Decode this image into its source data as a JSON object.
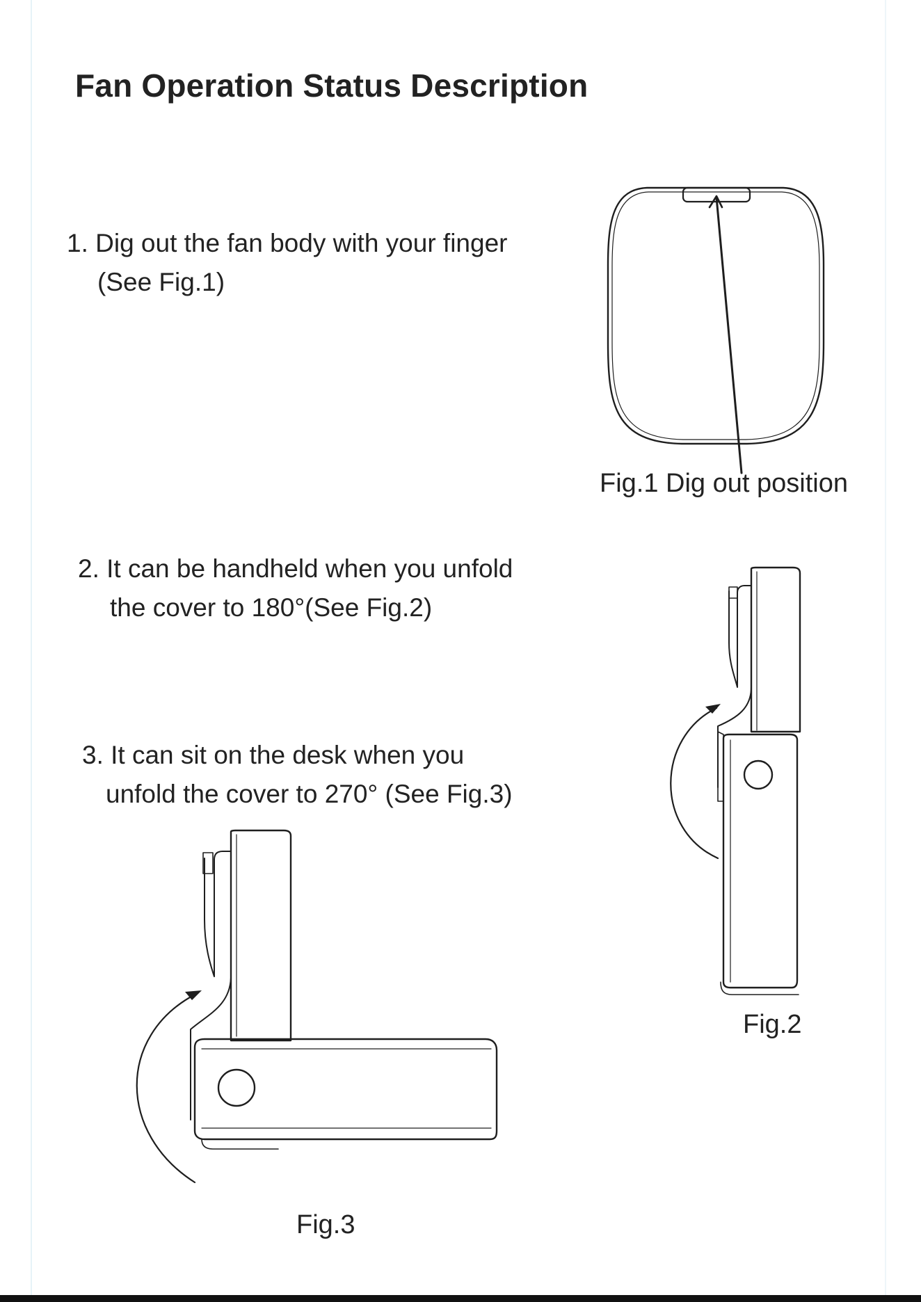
{
  "document": {
    "title": "Fan Operation Status Description",
    "steps": [
      {
        "line1": "1. Dig out the fan body with your finger",
        "line2": "(See Fig.1)"
      },
      {
        "line1": "2. It can be handheld when you unfold",
        "line2": "the cover to 180°(See Fig.2)"
      },
      {
        "line1": "3. It can sit on the desk when you",
        "line2": "unfold the cover to 270° (See Fig.3)"
      }
    ],
    "figures": {
      "fig1_caption": "Fig.1 Dig out position",
      "fig2_caption": "Fig.2",
      "fig3_caption": "Fig.3"
    }
  }
}
